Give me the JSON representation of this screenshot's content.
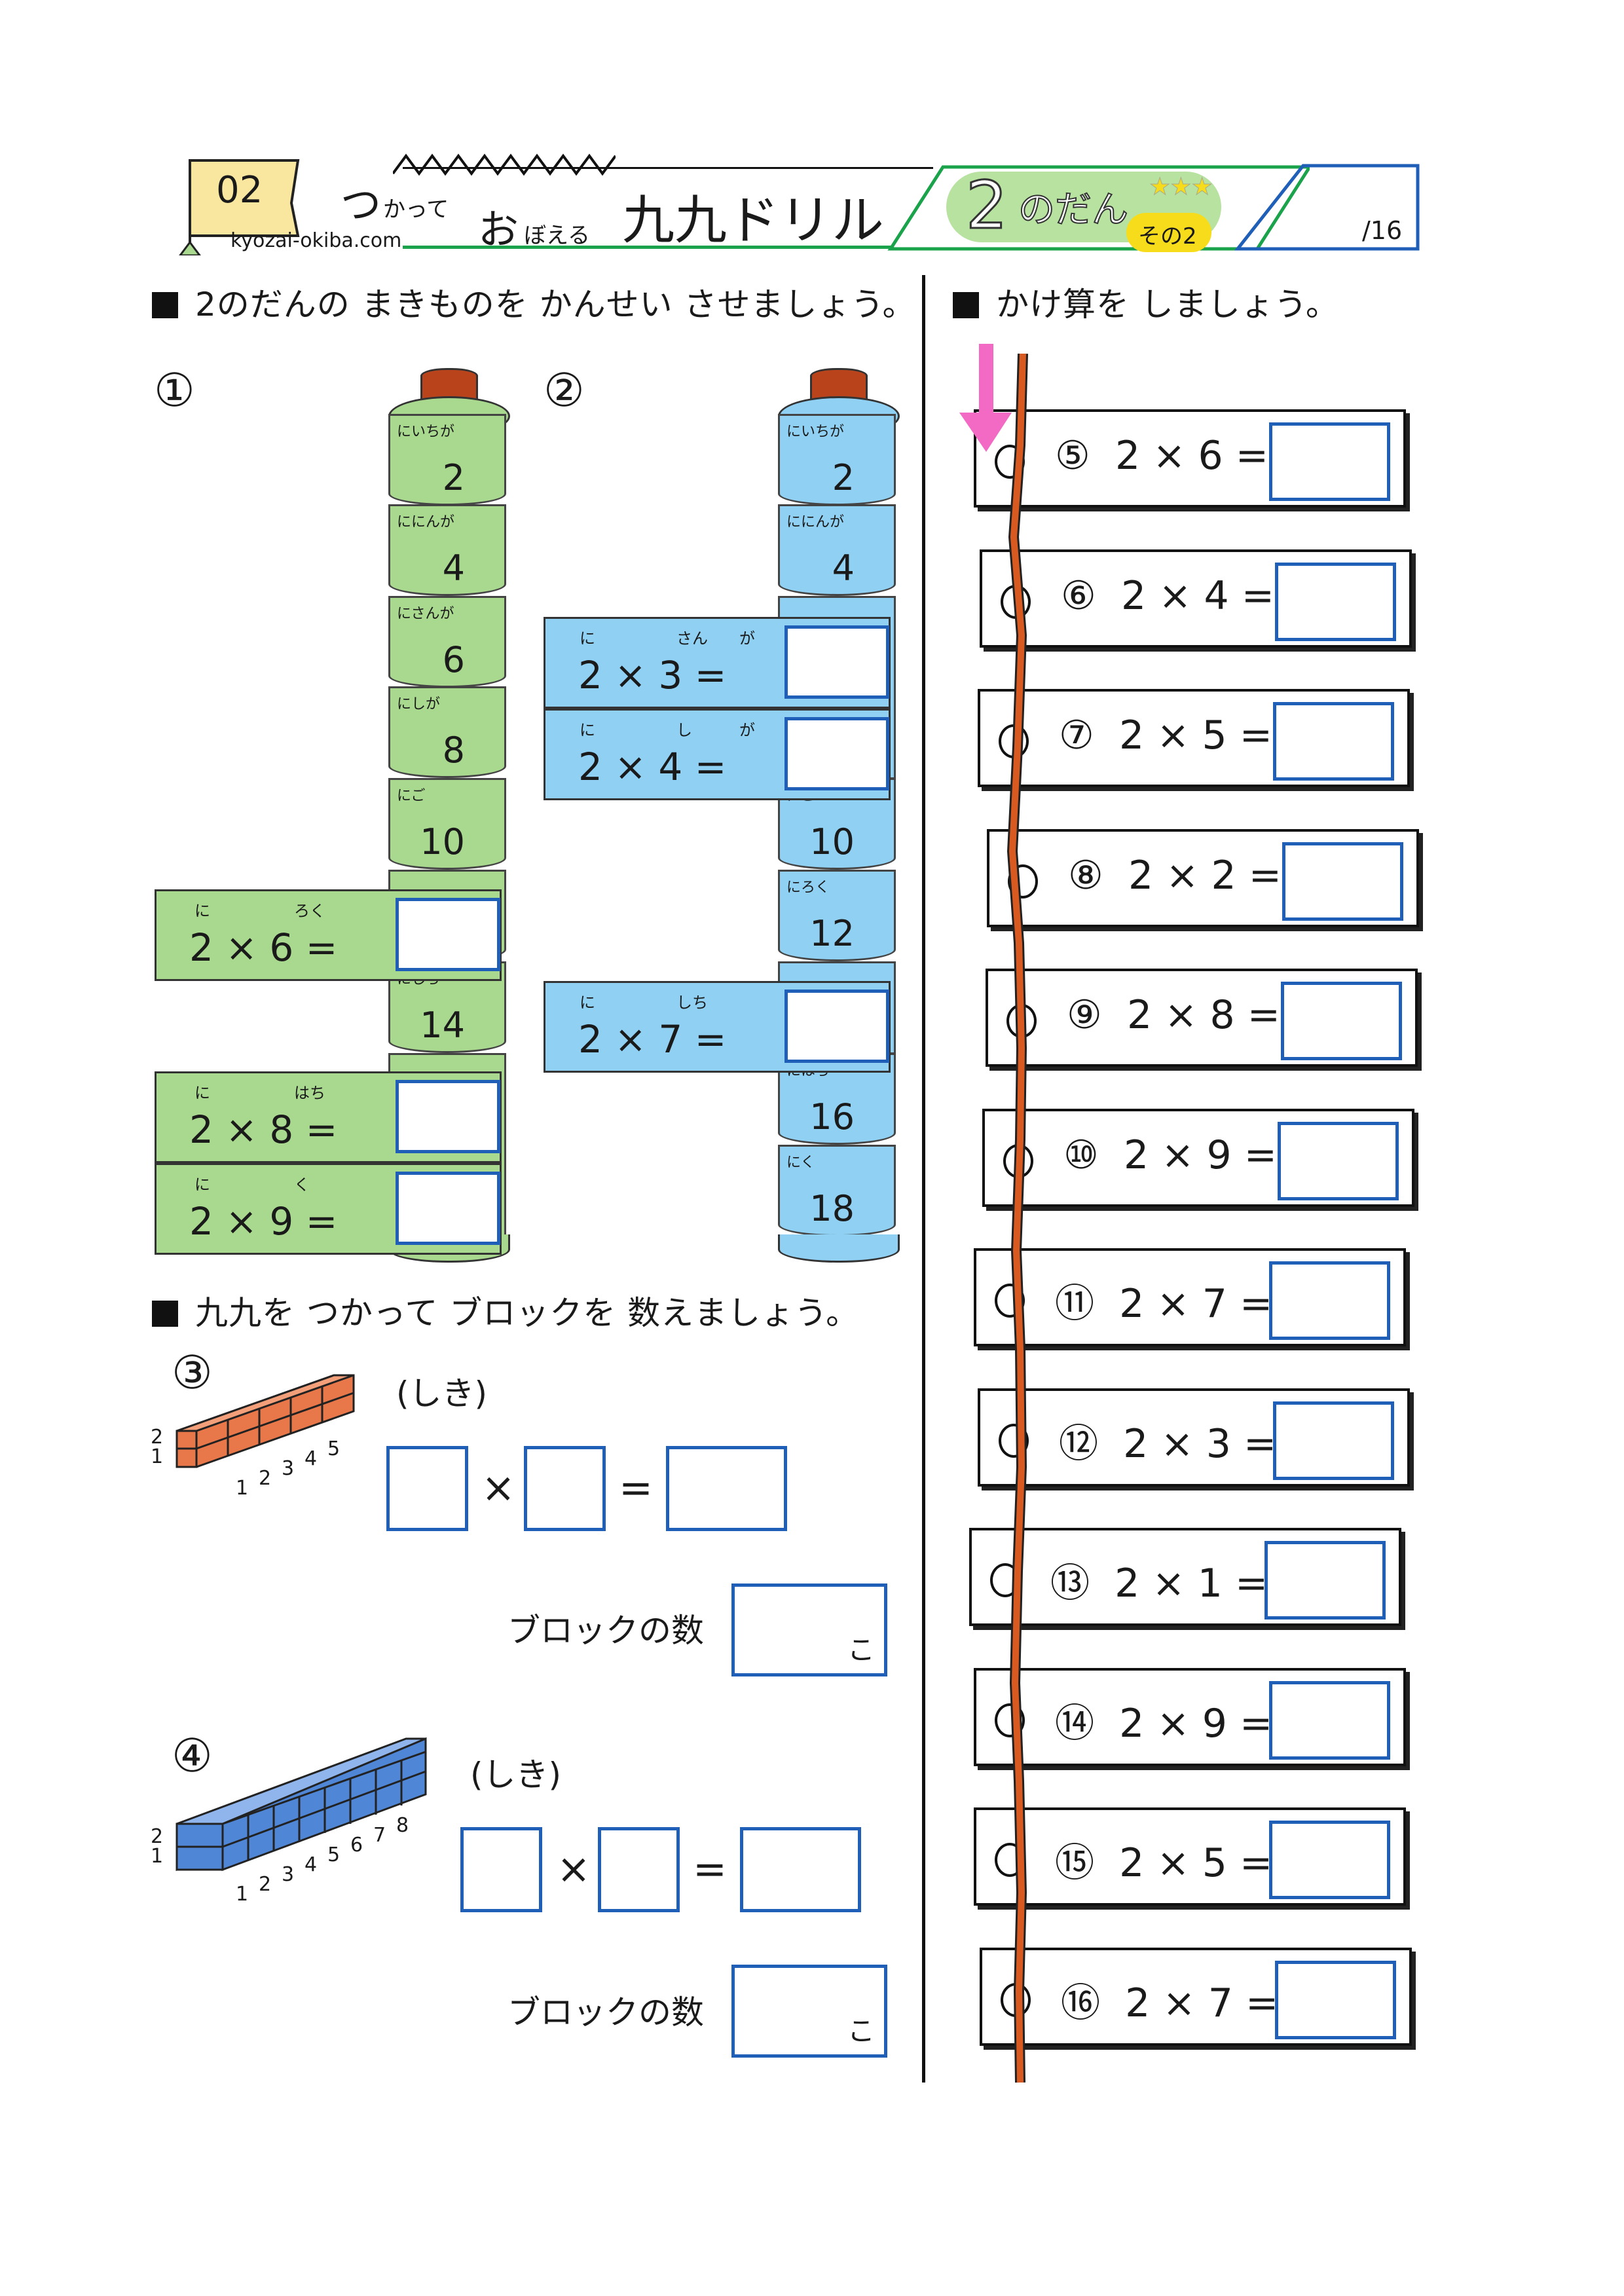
{
  "header": {
    "number": "02",
    "site": "kyozai-okiba.com",
    "title_small_1": "つ",
    "title_small_1b": "かって",
    "title_small_2": "お",
    "title_small_2b": "ぼえる",
    "title_main": "九九ドリル",
    "badge_big": "2",
    "badge_text": "のだん",
    "badge_sub": "その2",
    "score": "/16"
  },
  "left": {
    "section1": "2のだんの まきものを かんせい させましょう。",
    "item1": "①",
    "item2": "②",
    "roll1": [
      {
        "furi": "にいちが",
        "num": "2"
      },
      {
        "furi": "ににんが",
        "num": "4"
      },
      {
        "furi": "にさんが",
        "num": "6"
      },
      {
        "furi": "にしが",
        "num": "8"
      },
      {
        "furi": "にご",
        "num": "10"
      },
      {
        "furi": "",
        "num": ""
      },
      {
        "furi": "にしち",
        "num": "14"
      }
    ],
    "roll1_bands": [
      {
        "f1": "に",
        "f2": "ろく",
        "eq": "2  ×  6  ="
      },
      {
        "f1": "に",
        "f2": "はち",
        "eq": "2  ×  8  ="
      },
      {
        "f1": "に",
        "f2": "く",
        "eq": "2  ×  9  ="
      }
    ],
    "roll2": [
      {
        "furi": "にいちが",
        "num": "2"
      },
      {
        "furi": "ににんが",
        "num": "4"
      },
      {
        "furi": "にご",
        "num": "10"
      },
      {
        "furi": "にろく",
        "num": "12"
      },
      {
        "furi": "にはち",
        "num": "16"
      },
      {
        "furi": "にく",
        "num": "18"
      }
    ],
    "roll2_bands": [
      {
        "f1": "に",
        "f2": "さん",
        "f3": "が",
        "eq": "2  ×  3  ="
      },
      {
        "f1": "に",
        "f2": "し",
        "f3": "が",
        "eq": "2  ×  4  ="
      },
      {
        "f1": "に",
        "f2": "しち",
        "f3": "",
        "eq": "2  ×  7  ="
      }
    ],
    "section2": "九九を つかって ブロックを 数えましょう。",
    "item3": "③",
    "item4": "④",
    "shiki": "(しき)",
    "times": "×",
    "equals": "=",
    "block_count": "ブロックの数",
    "unit": "こ",
    "axis3_rows": "2\n1",
    "axis3_cols": [
      "1",
      "2",
      "3",
      "4",
      "5"
    ],
    "axis4_rows": "2\n1",
    "axis4_cols": [
      "1",
      "2",
      "3",
      "4",
      "5",
      "6",
      "7",
      "8"
    ]
  },
  "right": {
    "section": "かけ算を しましょう。",
    "cards": [
      {
        "n": "⑤",
        "expr": "2 × 6 ="
      },
      {
        "n": "⑥",
        "expr": "2 × 4 ="
      },
      {
        "n": "⑦",
        "expr": "2 × 5 ="
      },
      {
        "n": "⑧",
        "expr": "2 × 2 ="
      },
      {
        "n": "⑨",
        "expr": "2 × 8 ="
      },
      {
        "n": "⑩",
        "expr": "2 × 9 ="
      },
      {
        "n": "⑪",
        "expr": "2 × 7 ="
      },
      {
        "n": "⑫",
        "expr": "2 × 3 ="
      },
      {
        "n": "⑬",
        "expr": "2 × 1 ="
      },
      {
        "n": "⑭",
        "expr": "2 × 9 ="
      },
      {
        "n": "⑮",
        "expr": "2 × 5 ="
      },
      {
        "n": "⑯",
        "expr": "2 × 7 ="
      }
    ]
  },
  "colors": {
    "green": "#a8d98f",
    "blue": "#8fd0f3",
    "answer_border": "#1f5fb8",
    "orange_block": "#e8774a",
    "blue_block": "#4f86d6",
    "cap": "#b9431a",
    "string": "#d85a20",
    "arrow": "#f36ac4",
    "badge_green": "#b7e2a0",
    "badge_yellow": "#f7dc1c"
  }
}
